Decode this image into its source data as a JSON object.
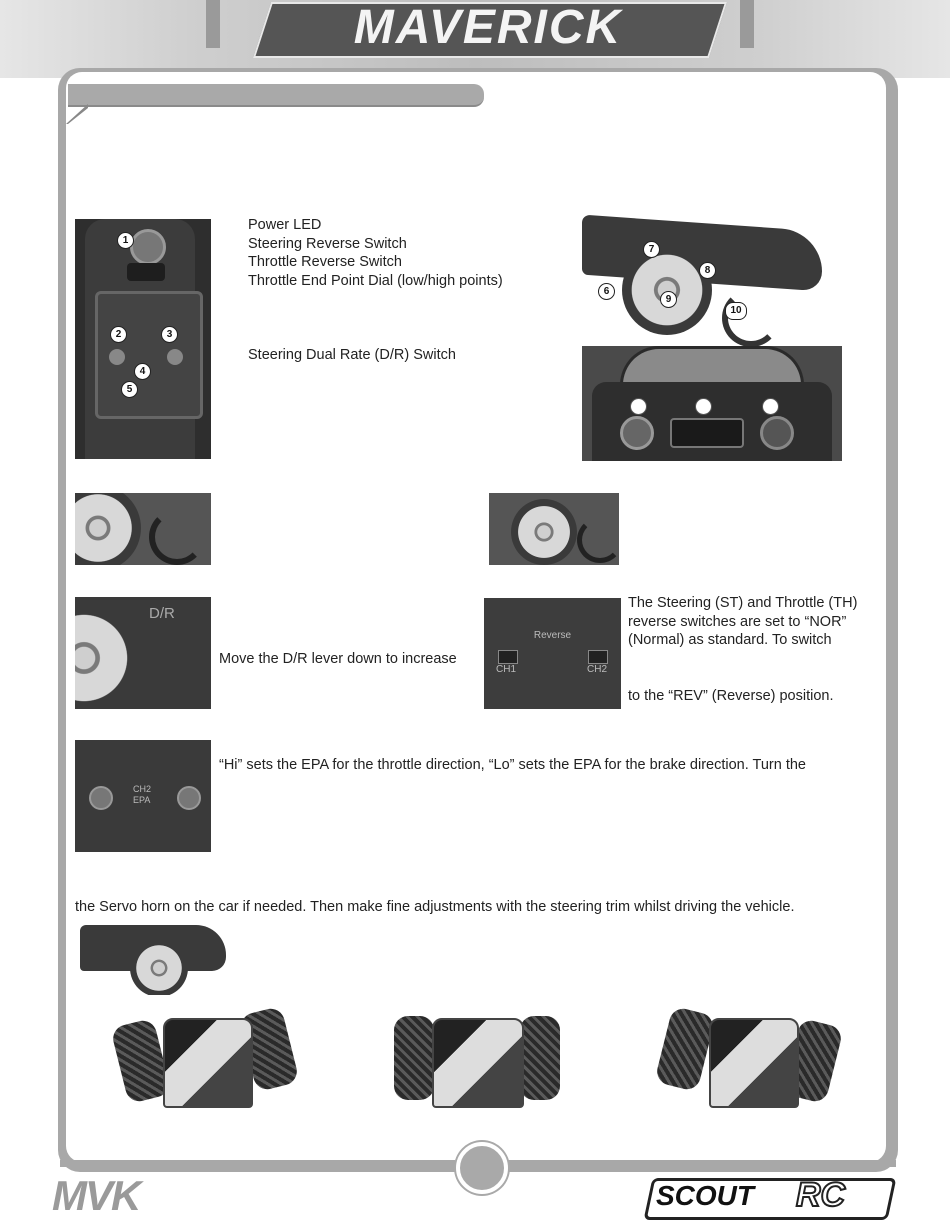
{
  "brand": {
    "title_logo": "MAVERICK",
    "footer_logo_left": "MVK",
    "footer_logo_right_a": "SCOUT",
    "footer_logo_right_b": "RC"
  },
  "transmitter_callouts": [
    "1",
    "2",
    "3",
    "4",
    "5"
  ],
  "car_callouts": [
    "6",
    "7",
    "8",
    "9",
    "10"
  ],
  "feature_list": {
    "item1": "Power LED",
    "item2": "Steering Reverse Switch",
    "item3": "Throttle Reverse Switch",
    "item4": "Throttle End Point Dial (low/high points)",
    "item5": "Steering Dual Rate (D/R) Switch"
  },
  "dual_rate": {
    "text": "Move the D/R lever down to increase",
    "photo_label": "D/R"
  },
  "reverse": {
    "line1": "The Steering (ST) and Throttle (TH)",
    "line2": "reverse switches are set to “NOR”",
    "line3": "(Normal) as standard. To switch",
    "line4": "to the “REV” (Reverse) position.",
    "panel_title": "Reverse",
    "ch1": "CH1",
    "ch2": "CH2"
  },
  "epa": {
    "text": "“Hi” sets the EPA for the throttle direction, “Lo” sets the EPA for the brake direction. Turn the",
    "label_a": "CH2",
    "label_b": "EPA"
  },
  "trim": {
    "text": "the Servo horn on the car if needed. Then make fine adjustments with the steering trim whilst driving the vehicle."
  },
  "colors": {
    "frame": "#a8a8a8",
    "header": "#c8c8c8",
    "photo_dark": "#3a3a3a"
  }
}
